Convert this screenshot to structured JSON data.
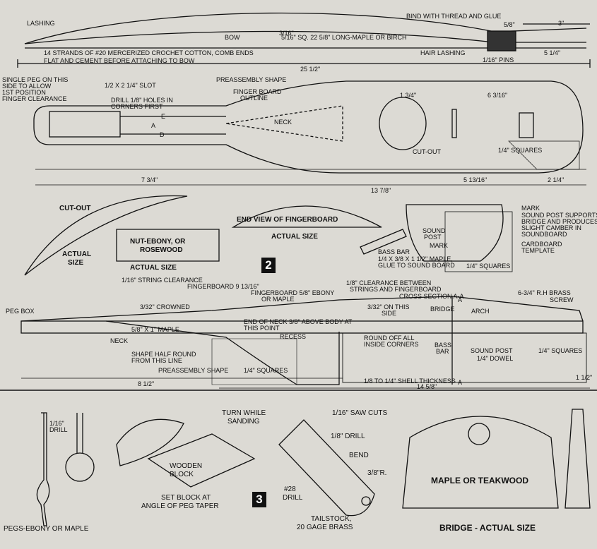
{
  "bow": {
    "lashing": "LASHING",
    "bind": "BIND WITH THREAD AND GLUE",
    "title": "BOW",
    "sq": "5/16\" SQ. 22 5/8\" LONG-MAPLE OR BIRCH",
    "strands": "14 STRANDS OF #20 MERCERIZED CROCHET COTTON, COMB ENDS",
    "flat": "FLAT AND CEMENT BEFORE ATTACHING TO BOW",
    "hair": "HAIR LASHING",
    "pins": "1/16\" PINS",
    "dim_three": "3\"",
    "dim_five_quarter": "5 1/4\"",
    "dim_len": "25 1/2\"",
    "dim_small": "5/8\"",
    "dim_three16": "3/16\""
  },
  "body": {
    "single_peg": "SINGLE PEG ON THIS",
    "single_peg2": "SIDE TO ALLOW",
    "single_peg3": "1ST POSITION",
    "single_peg4": "FINGER CLEARANCE",
    "slot": "1/2 X 2 1/4\" SLOT",
    "drill": "DRILL 1/8\" HOLES IN",
    "drill2": "CORNERS FIRST",
    "preassembly": "PREASSEMBLY SHAPE",
    "fingerboard_outline": "FINGER BOARD",
    "fingerboard_outline2": "OUTLINE",
    "neck": "NECK",
    "cutout": "CUT-OUT",
    "squares": "1/4\" SQUARES",
    "e": "E",
    "a": "A",
    "d": "D",
    "dim_seven": "7 3/4\"",
    "dim_thirteen": "13 7/8\"",
    "dim_five": "5 13/16\"",
    "dim_two": "2 1/4\"",
    "dim_six": "6 3/16\"",
    "dim_one": "1 3/4\""
  },
  "parts": {
    "cutout": "CUT-OUT",
    "actual": "ACTUAL",
    "size": "SIZE",
    "nut": "NUT-EBONY, OR",
    "nut2": "ROSEWOOD",
    "nut_actual": "ACTUAL SIZE",
    "endview": "END VIEW OF FINGERBOARD",
    "endview_actual": "ACTUAL SIZE",
    "bassbar": "BASS BAR",
    "bassbar2": "1/4 X 3/8 X 1 1/2\" MAPLE,",
    "bassbar3": "GLUE TO SOUND BOARD",
    "soundpost": "SOUND",
    "soundpost2": "POST",
    "mark": "MARK",
    "mark2": "MARK",
    "supports": "SOUND POST SUPPORTS",
    "supports2": "BRIDGE AND PRODUCES",
    "supports3": "SLIGHT CAMBER IN",
    "supports4": "SOUNDBOARD",
    "template": "CARDBOARD",
    "template2": "TEMPLATE",
    "squares": "1/4\" SQUARES",
    "section": "CROSS SECTION A-A",
    "fig": "2"
  },
  "side": {
    "clearance": "1/16\" STRING CLEARANCE",
    "fingerboard": "FINGERBOARD 9 13/16\"",
    "fb_ebony": "FINGERBOARD 5/8\" EBONY",
    "fb_ebony2": "OR MAPLE",
    "clear2": "1/8\" CLEARANCE BETWEEN",
    "clear3": "STRINGS AND FINGERBOARD",
    "brass": "6-3/4\" R.H BRASS",
    "brass2": "SCREW",
    "pegbox": "PEG BOX",
    "crowned": "3/32\" CROWNED",
    "onthis": "3/32\" ON THIS",
    "onthis2": "SIDE",
    "bridge": "BRIDGE",
    "arch": "ARCH",
    "maple": "5/8\" X 1\" MAPLE",
    "neck": "NECK",
    "endneck": "END OF NECK 3/8\" ABOVE BODY AT",
    "endneck2": "THIS POINT",
    "recess": "RECESS",
    "round": "ROUND OFF ALL",
    "round2": "INSIDE CORNERS",
    "bass": "BASS",
    "bass2": "BAR",
    "post": "SOUND POST",
    "post2": "1/4\" DOWEL",
    "squares": "1/4\" SQUARES",
    "half": "SHAPE HALF ROUND",
    "half2": "FROM THIS LINE",
    "pre": "PREASSEMBLY SHAPE",
    "squares2": "1/4\" SQUARES",
    "shell": "1/8 TO 1/4\" SHELL THICKNESS",
    "dim_eight": "8 1/2\"",
    "dim_fourteen": "14 5/8\"",
    "dim_one": "1 1/2\"",
    "a_top": "A",
    "a_bot": "A"
  },
  "pegs": {
    "drill": "1/16\"",
    "drill2": "DRILL",
    "title": "PEGS-EBONY OR MAPLE",
    "turn": "TURN WHILE",
    "turn2": "SANDING",
    "block": "WOODEN",
    "block2": "BLOCK",
    "set": "SET BLOCK AT",
    "set2": "ANGLE OF PEG TAPER"
  },
  "tailstock": {
    "saw": "1/16\" SAW CUTS",
    "drill": "1/8\" DRILL",
    "bend": "BEND",
    "radius": "3/8\"R.",
    "drill28": "#28",
    "drill28b": "DRILL",
    "title": "TAILSTOCK,",
    "title2": "20 GAGE BRASS",
    "fig": "3"
  },
  "bridge": {
    "material": "MAPLE OR TEAKWOOD",
    "title": "BRIDGE - ACTUAL SIZE"
  }
}
